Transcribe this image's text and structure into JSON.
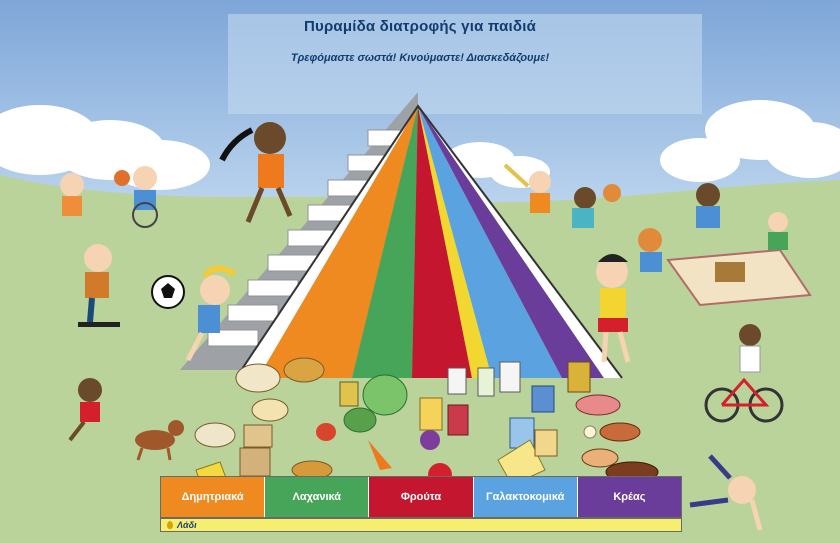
{
  "title": "Πυραμίδα διατροφής για παιδιά",
  "subtitle": "Τρεφόμαστε σωστά! Κινούμαστε! Διασκεδάζουμε!",
  "food_groups": [
    {
      "label": "Δημητριακά",
      "color": "#ee8a1f"
    },
    {
      "label": "Λαχανικά",
      "color": "#46a559"
    },
    {
      "label": "Φρούτα",
      "color": "#c4162e"
    },
    {
      "label": "Γαλακτοκομικά",
      "color": "#5aa3e0"
    },
    {
      "label": "Κρέας",
      "color": "#6b3d9a"
    }
  ],
  "oil": {
    "label": "Λάδι",
    "color": "#f5ee6e"
  },
  "icons": [
    "cloud-icon",
    "pyramid-icon",
    "stairs-icon",
    "child-figure-icon",
    "ball-icon",
    "dog-icon",
    "bicycle-icon",
    "picnic-blanket-icon",
    "food-pile-icon",
    "oil-drop-icon"
  ]
}
